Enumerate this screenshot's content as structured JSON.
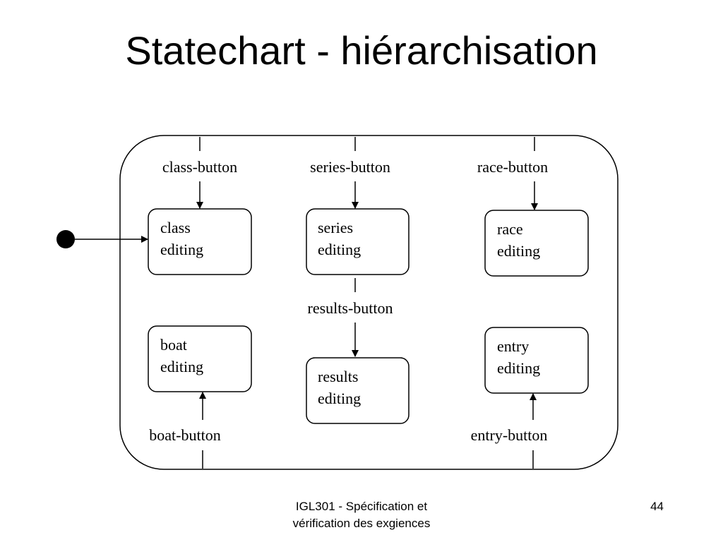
{
  "slide": {
    "title": "Statechart - hiérarchisation",
    "footer_line1": "IGL301 - Spécification et",
    "footer_line2": "vérification des exgiences",
    "page_number": "44"
  },
  "diagram": {
    "states": {
      "class_editing": [
        "class",
        "editing"
      ],
      "series_editing": [
        "series",
        "editing"
      ],
      "race_editing": [
        "race",
        "editing"
      ],
      "boat_editing": [
        "boat",
        "editing"
      ],
      "results_editing": [
        "results",
        "editing"
      ],
      "entry_editing": [
        "entry",
        "editing"
      ]
    },
    "events": {
      "class_button": "class-button",
      "series_button": "series-button",
      "race_button": "race-button",
      "results_button": "results-button",
      "boat_button": "boat-button",
      "entry_button": "entry-button"
    }
  }
}
